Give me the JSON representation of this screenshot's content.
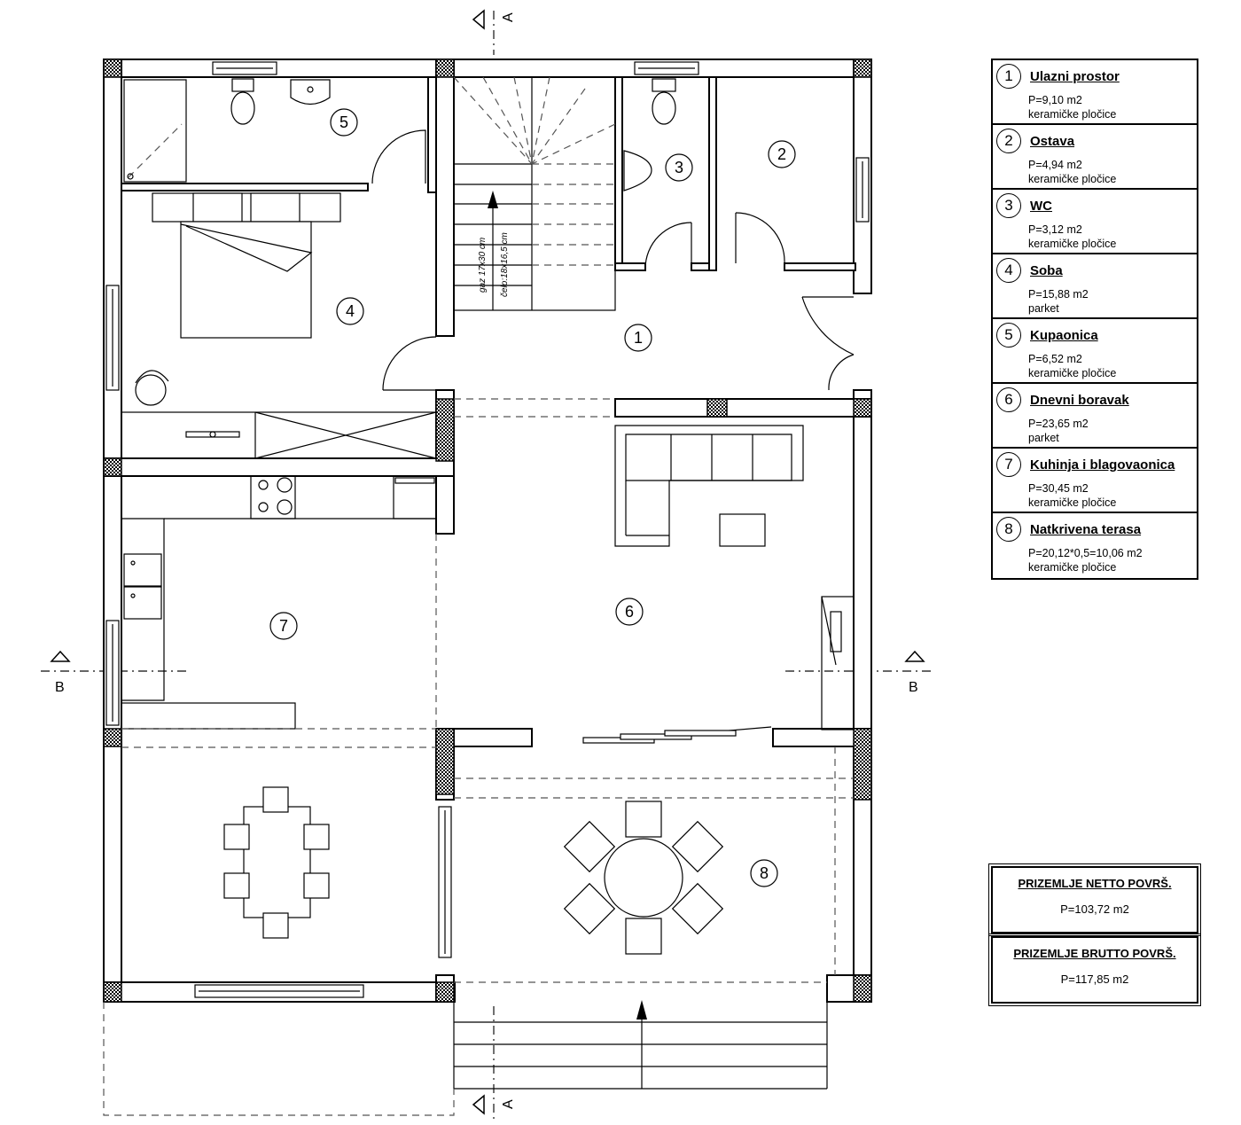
{
  "section_labels": {
    "a_top": "A",
    "a_bottom": "A",
    "b_left": "B",
    "b_right": "B"
  },
  "stair_text": {
    "line1": "gaz 17x30 cm",
    "line2": "čelo:18x16,5 cm"
  },
  "rooms": [
    {
      "num": "1",
      "name": "Ulazni prostor",
      "area": "P=9,10 m2",
      "floor": "keramičke pločice"
    },
    {
      "num": "2",
      "name": "Ostava",
      "area": "P=4,94 m2",
      "floor": "keramičke pločice"
    },
    {
      "num": "3",
      "name": "WC",
      "area": "P=3,12 m2",
      "floor": "keramičke pločice"
    },
    {
      "num": "4",
      "name": "Soba",
      "area": "P=15,88 m2",
      "floor": "parket"
    },
    {
      "num": "5",
      "name": "Kupaonica",
      "area": "P=6,52 m2",
      "floor": "keramičke pločice"
    },
    {
      "num": "6",
      "name": "Dnevni boravak",
      "area": "P=23,65 m2",
      "floor": "parket"
    },
    {
      "num": "7",
      "name": "Kuhinja i blagovaonica",
      "area": "P=30,45 m2",
      "floor": "keramičke pločice"
    },
    {
      "num": "8",
      "name": "Natkrivena terasa",
      "area": "P=20,12*0,5=10,06 m2",
      "floor": "keramičke pločice"
    }
  ],
  "summary": {
    "netto_title": "PRIZEMLJE NETTO POVRŠ.",
    "netto_value": "P=103,72 m2",
    "brutto_title": "PRIZEMLJE BRUTTO POVRŠ.",
    "brutto_value": "P=117,85 m2"
  }
}
